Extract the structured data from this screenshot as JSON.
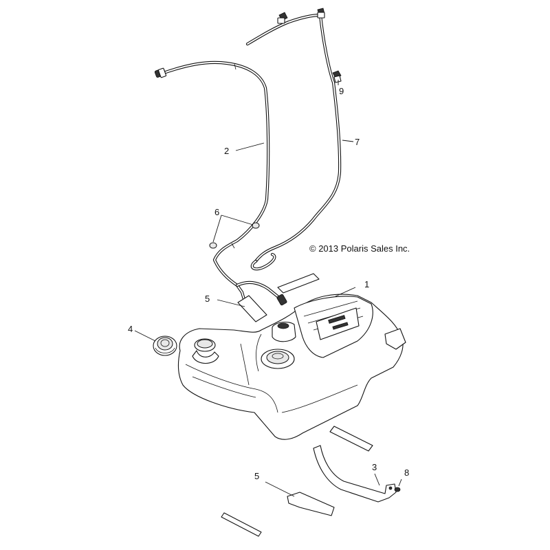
{
  "copyright": "© 2013 Polaris Sales Inc.",
  "callouts": [
    {
      "id": "c2",
      "number": "2"
    },
    {
      "id": "c9",
      "number": "9"
    },
    {
      "id": "c7",
      "number": "7"
    },
    {
      "id": "c6",
      "number": "6"
    },
    {
      "id": "c1",
      "number": "1"
    },
    {
      "id": "c5a",
      "number": "5"
    },
    {
      "id": "c4",
      "number": "4"
    },
    {
      "id": "c3",
      "number": "3"
    },
    {
      "id": "c8",
      "number": "8"
    },
    {
      "id": "c5b",
      "number": "5"
    }
  ]
}
